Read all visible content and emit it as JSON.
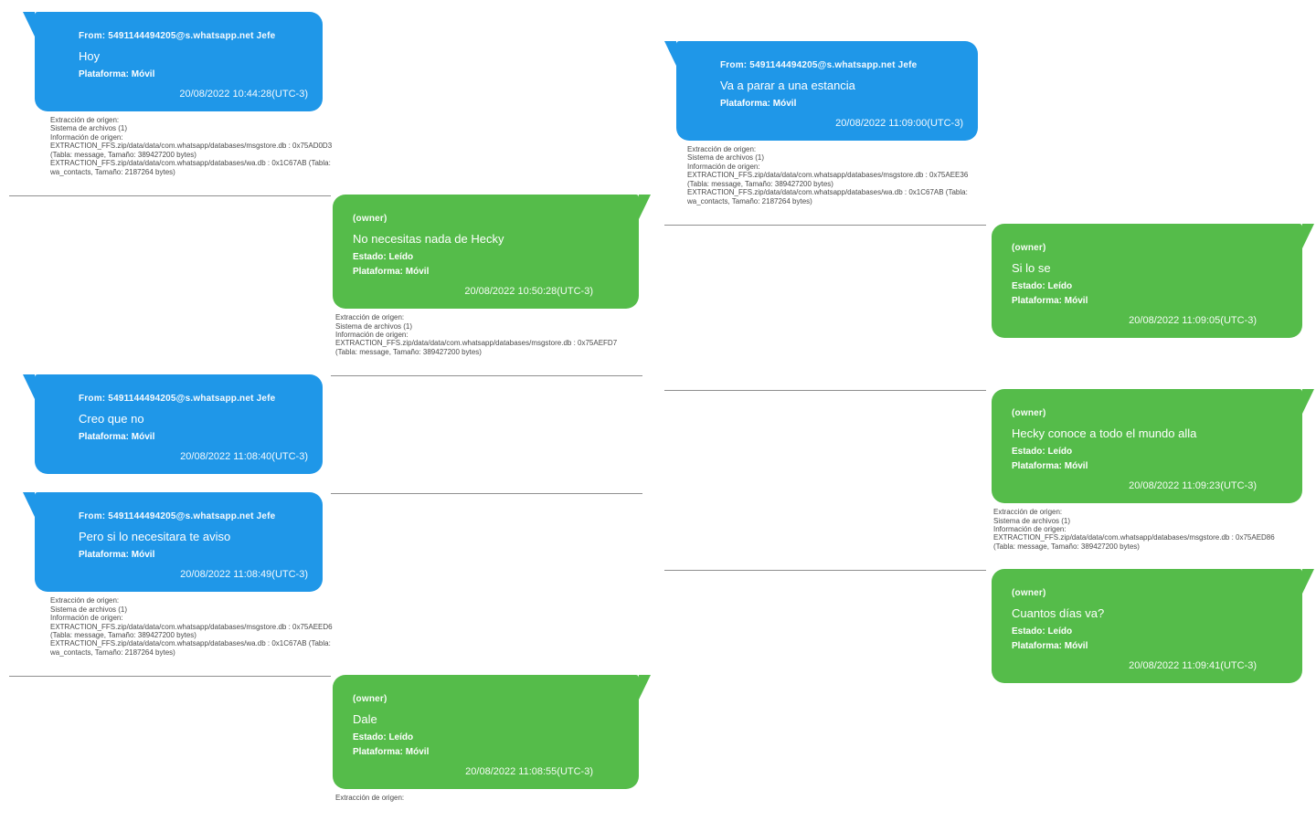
{
  "colors": {
    "incoming_bubble": "#1f97e8",
    "outgoing_bubble": "#55bc4a",
    "bubble_text": "#ffffff",
    "separator_line": "#8f8f8f",
    "metadata_text": "#4a4a4a",
    "page_background": "#ffffff"
  },
  "columns": [
    {
      "name": "left-page",
      "messages": [
        {
          "direction": "incoming",
          "sender": "From: 5491144494205@s.whatsapp.net Jefe",
          "body": "Hoy",
          "platform": "Plataforma: Móvil",
          "timestamp": "20/08/2022 10:44:28(UTC-3)",
          "meta_lines": [
            "Extracción de origen:",
            "Sistema de archivos (1)",
            "Información de origen:",
            "EXTRACTION_FFS.zip/data/data/com.whatsapp/databases/msgstore.db : 0x75AD0D3",
            "(Tabla: message, Tamaño: 389427200 bytes)",
            "EXTRACTION_FFS.zip/data/data/com.whatsapp/databases/wa.db : 0x1C67AB (Tabla:",
            "wa_contacts, Tamaño: 2187264 bytes)"
          ]
        },
        {
          "direction": "outgoing",
          "sender": "(owner)",
          "body": "No necesitas nada de Hecky",
          "status": "Estado: Leído",
          "platform": "Plataforma: Móvil",
          "timestamp": "20/08/2022 10:50:28(UTC-3)",
          "meta_lines": [
            "Extracción de origen:",
            "Sistema de archivos (1)",
            "Información de origen:",
            "EXTRACTION_FFS.zip/data/data/com.whatsapp/databases/msgstore.db : 0x75AEFD7",
            "(Tabla: message, Tamaño: 389427200 bytes)"
          ]
        },
        {
          "direction": "incoming",
          "sender": "From: 5491144494205@s.whatsapp.net Jefe",
          "body": "Creo que no",
          "platform": "Plataforma: Móvil",
          "timestamp": "20/08/2022 11:08:40(UTC-3)",
          "meta_lines": []
        },
        {
          "direction": "incoming",
          "sender": "From: 5491144494205@s.whatsapp.net Jefe",
          "body": "Pero si lo necesitara te aviso",
          "platform": "Plataforma: Móvil",
          "timestamp": "20/08/2022 11:08:49(UTC-3)",
          "meta_lines": [
            "Extracción de origen:",
            "Sistema de archivos (1)",
            "Información de origen:",
            "EXTRACTION_FFS.zip/data/data/com.whatsapp/databases/msgstore.db : 0x75AEED6",
            "(Tabla: message, Tamaño: 389427200 bytes)",
            "EXTRACTION_FFS.zip/data/data/com.whatsapp/databases/wa.db : 0x1C67AB (Tabla:",
            "wa_contacts, Tamaño: 2187264 bytes)"
          ]
        },
        {
          "direction": "outgoing",
          "sender": "(owner)",
          "body": "Dale",
          "status": "Estado: Leído",
          "platform": "Plataforma: Móvil",
          "timestamp": "20/08/2022 11:08:55(UTC-3)",
          "meta_lines": [
            "Extracción de origen:"
          ]
        }
      ]
    },
    {
      "name": "right-page",
      "messages": [
        {
          "direction": "incoming",
          "sender": "From: 5491144494205@s.whatsapp.net Jefe",
          "body": "Va a parar a una estancia",
          "platform": "Plataforma: Móvil",
          "timestamp": "20/08/2022 11:09:00(UTC-3)",
          "meta_lines": [
            "Extracción de origen:",
            "Sistema de archivos (1)",
            "Información de origen:",
            "EXTRACTION_FFS.zip/data/data/com.whatsapp/databases/msgstore.db : 0x75AEE36",
            "(Tabla: message, Tamaño: 389427200 bytes)",
            "EXTRACTION_FFS.zip/data/data/com.whatsapp/databases/wa.db : 0x1C67AB (Tabla:",
            "wa_contacts, Tamaño: 2187264 bytes)"
          ]
        },
        {
          "direction": "outgoing",
          "sender": "(owner)",
          "body": "Si lo se",
          "status": "Estado: Leído",
          "platform": "Plataforma: Móvil",
          "timestamp": "20/08/2022 11:09:05(UTC-3)",
          "meta_lines": []
        },
        {
          "direction": "outgoing",
          "sender": "(owner)",
          "body": "Hecky conoce a todo el mundo alla",
          "status": "Estado: Leído",
          "platform": "Plataforma: Móvil",
          "timestamp": "20/08/2022 11:09:23(UTC-3)",
          "meta_lines": [
            "Extracción de origen:",
            "Sistema de archivos (1)",
            "Información de origen:",
            "EXTRACTION_FFS.zip/data/data/com.whatsapp/databases/msgstore.db : 0x75AED86",
            "(Tabla: message, Tamaño: 389427200 bytes)"
          ]
        },
        {
          "direction": "outgoing",
          "sender": "(owner)",
          "body": "Cuantos días va?",
          "status": "Estado: Leído",
          "platform": "Plataforma: Móvil",
          "timestamp": "20/08/2022 11:09:41(UTC-3)",
          "meta_lines": []
        }
      ]
    }
  ]
}
